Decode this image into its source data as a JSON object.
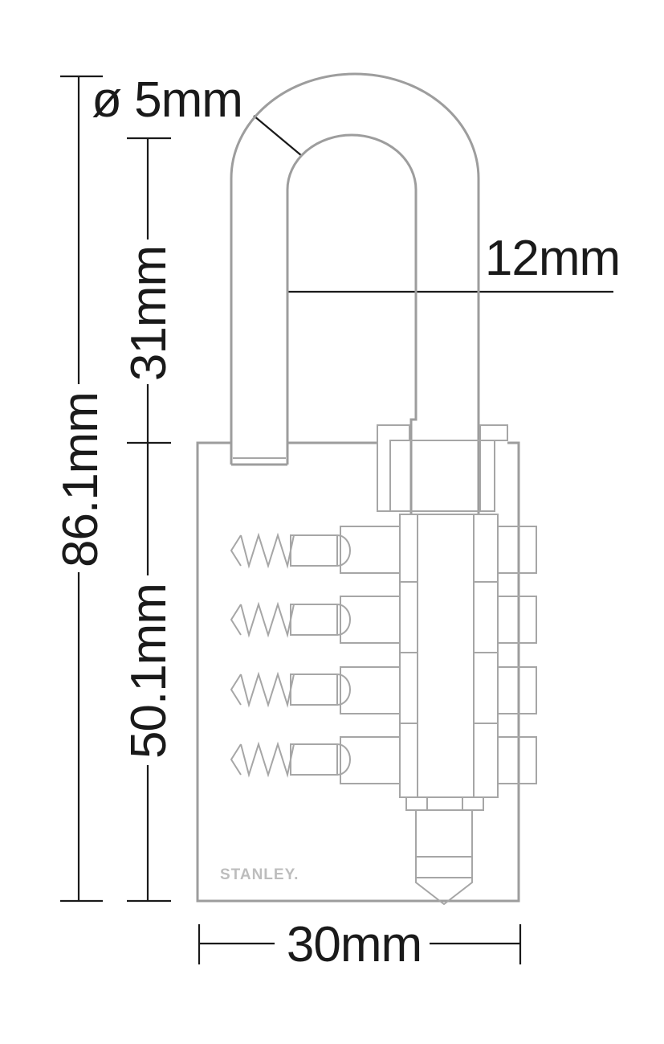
{
  "dimensions": {
    "shackle_diameter": "ø 5mm",
    "shackle_gap": "12mm",
    "shackle_clearance": "31mm",
    "total_height": "86.1mm",
    "body_height": "50.1mm",
    "body_width": "30mm"
  },
  "brand": "STANLEY.",
  "colors": {
    "outline": "#9d9d9d",
    "dimension_line": "#1a1a1a",
    "text": "#1a1a1a",
    "brand": "#bdbdbd"
  }
}
